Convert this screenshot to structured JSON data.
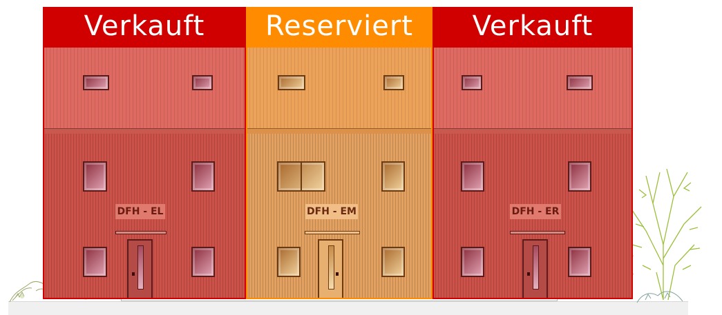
{
  "colors": {
    "sold": "#d00000",
    "reserved": "#ff8c00"
  },
  "houses": [
    {
      "status": "Verkauft",
      "label": "DFH - EL"
    },
    {
      "status": "Reserviert",
      "label": "DFH - EM"
    },
    {
      "status": "Verkauft",
      "label": "DFH - ER"
    }
  ],
  "icons": [
    "bush-icon",
    "tree-icon"
  ]
}
